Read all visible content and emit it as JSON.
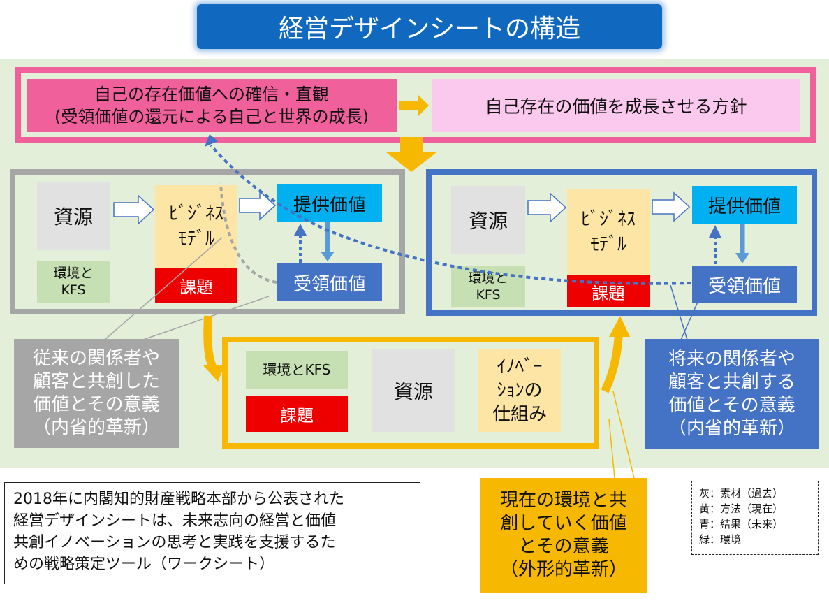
{
  "title": "経営デザインシートの構造",
  "top": {
    "conviction_line1": "自己の存在価値への確信・直観",
    "conviction_line2": "(受領価値の還元による自己と世界の成長)",
    "policy": "自己存在の価値を成長させる方針"
  },
  "past": {
    "resources": "資源",
    "env_line1": "環境と",
    "env_line2": "KFS",
    "bm_line1": "ﾋﾞｼﾞﾈｽ",
    "bm_line2": "ﾓﾃﾞﾙ",
    "issue": "課題",
    "provided_value": "提供価値",
    "received_value": "受領価値"
  },
  "future": {
    "resources": "資源",
    "env_line1": "環境と",
    "env_line2": "KFS",
    "bm_line1": "ﾋﾞｼﾞﾈｽ",
    "bm_line2": "ﾓﾃﾞﾙ",
    "issue": "課題",
    "provided_value": "提供価値",
    "received_value": "受領価値"
  },
  "present": {
    "env": "環境とKFS",
    "issue": "課題",
    "resources": "資源",
    "innov_line1": "ｲﾉﾍﾞｰ",
    "innov_line2": "ｼｮﾝの",
    "innov_line3": "仕組み"
  },
  "callouts": {
    "past_lines": [
      "従来の関係者や",
      "顧客と共創した",
      "価値とその意義",
      "（内省的革新）"
    ],
    "future_lines": [
      "将来の関係者や",
      "顧客と共創する",
      "価値とその意義",
      "（内省的革新）"
    ],
    "present_lines": [
      "現在の環境と共",
      "創していく価値",
      "とその意義",
      "（外形的革新）"
    ]
  },
  "note_lines": [
    "2018年に内閣知的財産戦略本部から公表された",
    "経営デザインシートは、未来志向の経営と価値",
    "共創イノベーションの思考と実践を支援するた",
    "めの戦略策定ツール（ワークシート）"
  ],
  "legend_lines": [
    "灰：素材（過去）",
    "黄：方法（現在）",
    "青：結果（未来）",
    "緑：環境"
  ],
  "colors": {
    "gray": "#a6a6a6",
    "yellow": "#f6b800",
    "blue": "#4472c4",
    "green": "#c6e0b4",
    "pink": "#f0609a",
    "red": "#ee0000",
    "cyan": "#00b0f0"
  }
}
